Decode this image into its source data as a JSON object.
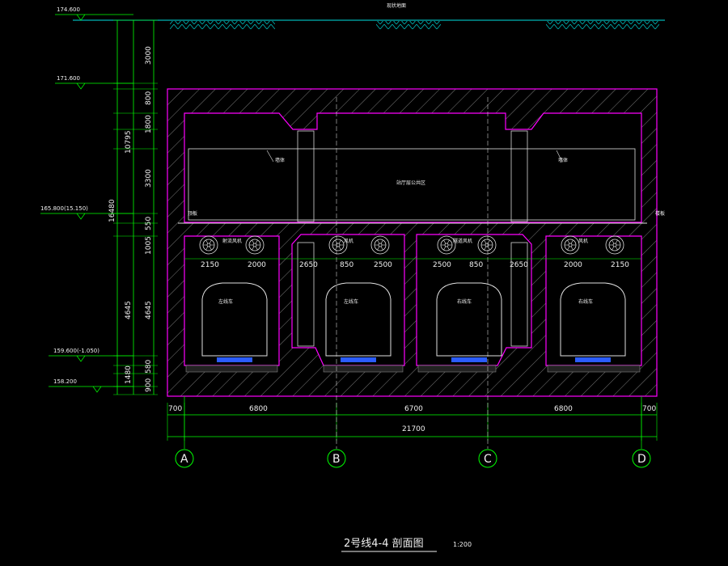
{
  "drawing": {
    "title": "2号线4-4 剖面图",
    "scale": "1:200",
    "ground_note": "现状地面",
    "colors": {
      "background": "#000000",
      "structure": "#ff00ff",
      "dimension": "#00ff00",
      "text": "#f0f0f0",
      "ground": "#00ffff",
      "equipment": "#2b5cff",
      "hatch": "#a0a0a0"
    }
  },
  "levels": {
    "ground": "174.600",
    "roof": "171.600",
    "platform": "165.800(15.150)",
    "rail": "159.600(-1.050)",
    "bottom": "158.200"
  },
  "vertical_dims": {
    "segments": [
      "3000",
      "800",
      "1800",
      "3300",
      "550",
      "1005",
      "4645",
      "580",
      "900"
    ],
    "totals": [
      "10795",
      "16480",
      "4645",
      "1480"
    ]
  },
  "horizontal_dims": {
    "segments": [
      "700",
      "6800",
      "6700",
      "6800",
      "700"
    ],
    "total": "21700"
  },
  "inner_dims": [
    "2150",
    "2000",
    "2650",
    "850",
    "2500",
    "2500",
    "850",
    "2650",
    "2000",
    "2150"
  ],
  "grid_axes": [
    "A",
    "B",
    "C",
    "D"
  ],
  "annotations": {
    "hall_left": "墙体",
    "hall_right": "墙体",
    "hall_center": "站厅层公共区",
    "slab_left": "顶板",
    "slab_right": "楼板",
    "fan_labels": [
      "射流风机",
      "风机",
      "隧道风机",
      "风机"
    ],
    "car_labels": [
      "左线车",
      "左线车",
      "右线车",
      "右线车"
    ]
  }
}
